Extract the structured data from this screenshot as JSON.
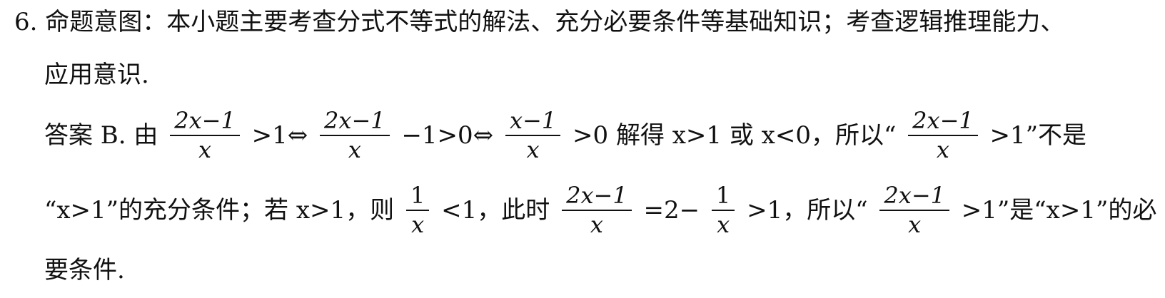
{
  "line1": "6. 命题意图：本小题主要考查分式不等式的解法、充分必要条件等基础知识；考查逻辑推理能力、",
  "line2": "应用意识.",
  "line3": {
    "prefix": "答案 B. 由",
    "frac_a_num": "2x−1",
    "frac_a_den": "x",
    "rel_a": ">1⇔",
    "frac_b_num": "2x−1",
    "frac_b_den": "x",
    "rel_b": "−1>0⇔",
    "frac_c_num": "x−1",
    "frac_c_den": "x",
    "rel_c": ">0 解得 x>1 或 x<0，所以“",
    "frac_d_num": "2x−1",
    "frac_d_den": "x",
    "suffix": ">1”不是"
  },
  "line4": {
    "prefix": "“x>1”的充分条件；若 x>1，则",
    "frac_a_num": "1",
    "frac_a_den": "x",
    "rel_a": "<1，此时",
    "frac_b_num": "2x−1",
    "frac_b_den": "x",
    "rel_b": "=2−",
    "frac_c_num": "1",
    "frac_c_den": "x",
    "rel_c": ">1，所以“",
    "frac_d_num": "2x−1",
    "frac_d_den": "x",
    "suffix": ">1”是“x>1”的必"
  },
  "line5": "要条件."
}
